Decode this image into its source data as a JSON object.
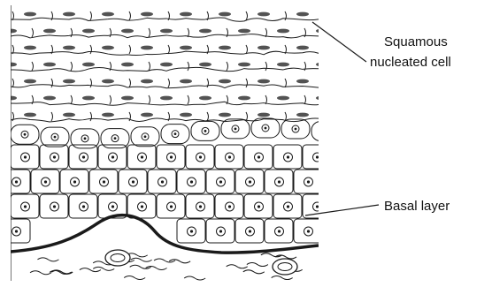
{
  "diagram": {
    "labels": {
      "squamous_line1": "Squamous",
      "squamous_line2": "nucleated cell",
      "basal": "Basal layer"
    },
    "colors": {
      "ink": "#1a1a1a",
      "background": "#ffffff"
    }
  }
}
